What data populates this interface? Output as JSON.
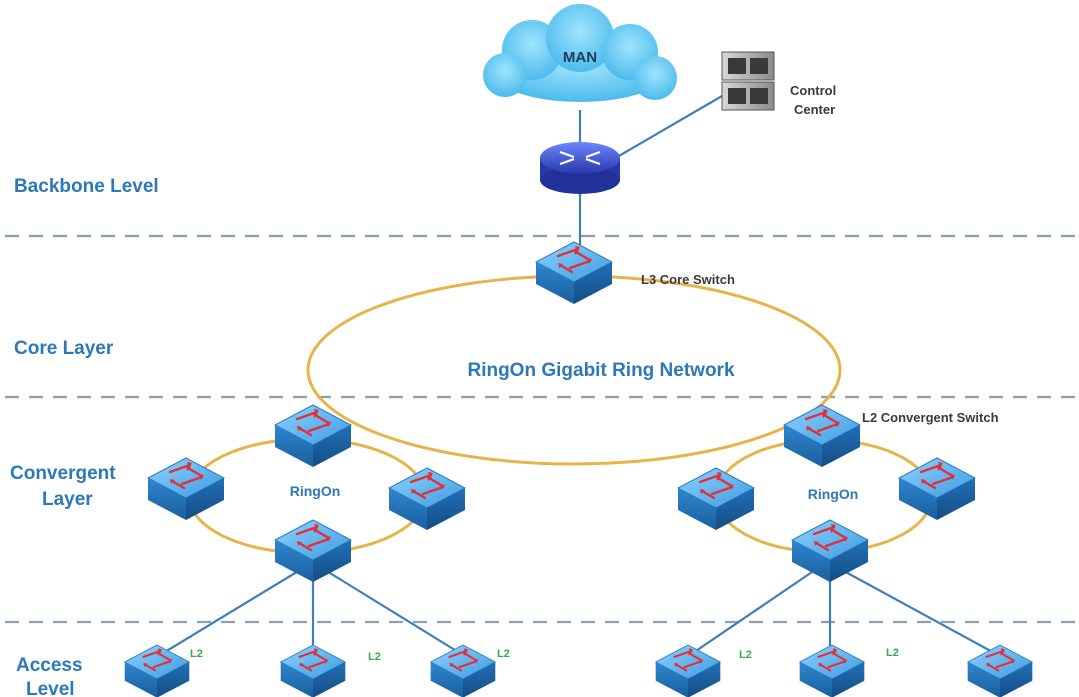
{
  "layers": {
    "backbone": "Backbone Level",
    "core": "Core Layer",
    "convergent_line1": "Convergent",
    "convergent_line2": "Layer",
    "access_line1": "Access",
    "access_line2": "Level"
  },
  "nodes": {
    "cloud": "MAN",
    "control_center_line1": "Control",
    "control_center_line2": "Center",
    "core_switch": "L3 Core Switch",
    "convergent_switch": "L2 Convergent Switch"
  },
  "rings": {
    "main": "RingOn  Gigabit Ring Network",
    "left": "RingOn",
    "right": "RingOn"
  },
  "access_tags": [
    "L2",
    "L2",
    "L2",
    "L2",
    "L2"
  ],
  "colors": {
    "layer_text": "#2d78b8",
    "ring": "#e8b44a",
    "link": "#3d7fb8",
    "switch_top": "#4aa8e8",
    "switch_side": "#1f6fb2",
    "arrow": "#e0303a",
    "access_tag": "#3aa84a",
    "cloud": "#5cc6f0",
    "router": "#3850c8"
  }
}
